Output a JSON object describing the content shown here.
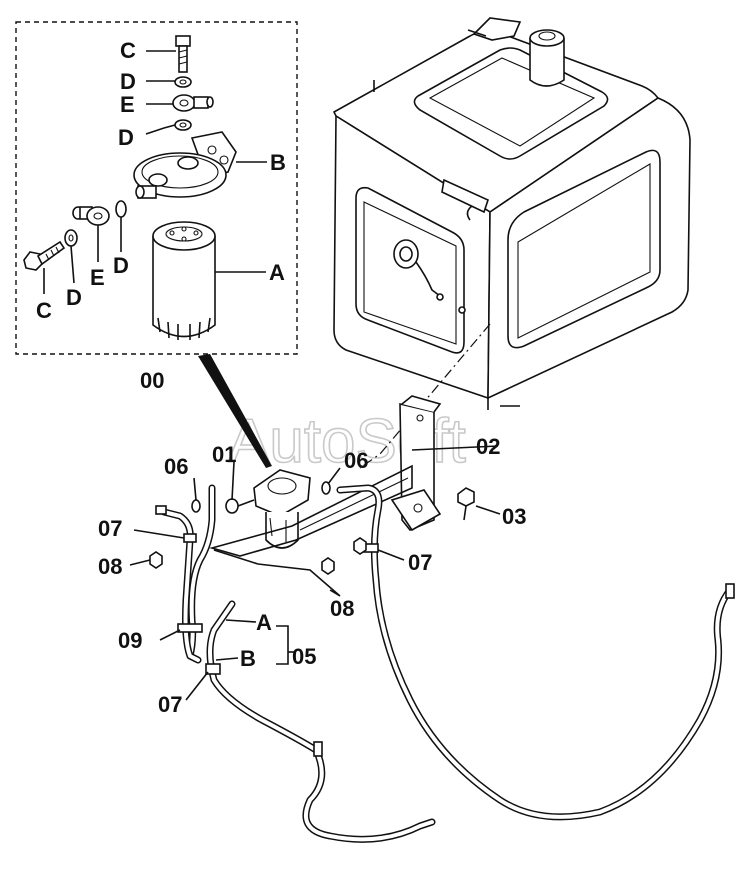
{
  "watermark": "AutoSoft",
  "inset": {
    "callout": "00",
    "labels": {
      "c_top": "C",
      "d_top1": "D",
      "e_top": "E",
      "d_top2": "D",
      "b": "B",
      "a": "A",
      "c_left": "C",
      "d_left": "D",
      "e_left": "E",
      "d_left2": "D"
    }
  },
  "callouts": {
    "p01": "01",
    "p02": "02",
    "p03": "03",
    "p05": "05",
    "p05_a": "A",
    "p05_b": "B",
    "p06_left": "06",
    "p06_right": "06",
    "p07_left": "07",
    "p07_right": "07",
    "p07_bottom": "07",
    "p08_left": "08",
    "p08_right": "08",
    "p09": "09"
  }
}
